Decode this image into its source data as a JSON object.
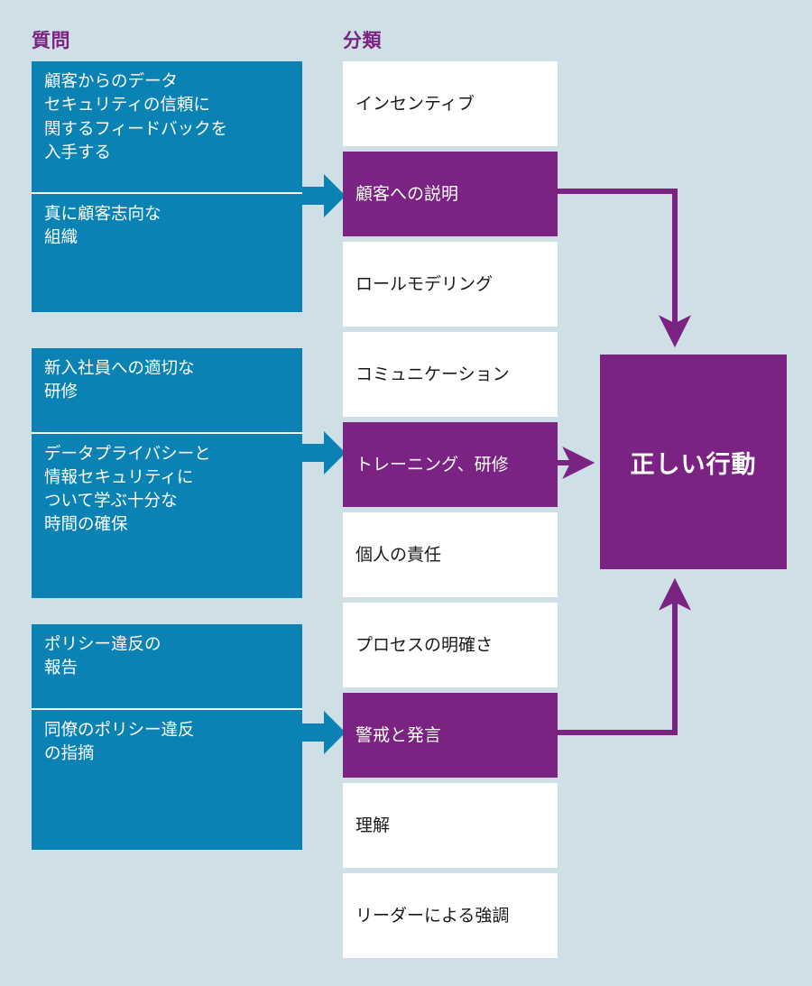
{
  "headings": {
    "questions": "質問",
    "categories": "分類"
  },
  "question_groups": [
    {
      "items": [
        "顧客からのデータ\nセキュリティの信頼に\n関するフィードバックを\n入手する",
        "真に顧客志向な\n組織"
      ]
    },
    {
      "items": [
        "新入社員への適切な\n研修",
        "データプライバシーと\n情報セキュリティに\nついて学ぶ十分な\n時間の確保"
      ]
    },
    {
      "items": [
        "ポリシー違反の\n報告",
        "同僚のポリシー違反\nの指摘"
      ]
    }
  ],
  "categories": [
    {
      "label": "インセンティブ",
      "highlight": false
    },
    {
      "label": "顧客への説明",
      "highlight": true
    },
    {
      "label": "ロールモデリング",
      "highlight": false
    },
    {
      "label": "コミュニケーション",
      "highlight": false
    },
    {
      "label": "トレーニング、研修",
      "highlight": true
    },
    {
      "label": "個人の責任",
      "highlight": false
    },
    {
      "label": "プロセスの明確さ",
      "highlight": false
    },
    {
      "label": "警戒と発言",
      "highlight": true
    },
    {
      "label": "理解",
      "highlight": false
    },
    {
      "label": "リーダーによる強調",
      "highlight": false
    }
  ],
  "outcome": {
    "label": "正しい行動"
  },
  "colors": {
    "background": "#cfdfe6",
    "question_blue": "#0a82b4",
    "accent_purple": "#7b2382",
    "category_white": "#ffffff",
    "heading_purple": "#7b2382"
  }
}
